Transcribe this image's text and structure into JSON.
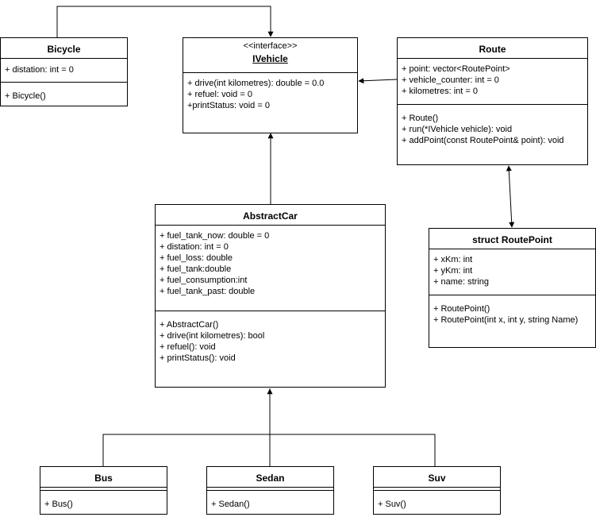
{
  "classes": {
    "bicycle": {
      "name": "Bicycle",
      "attributes": [
        "+ distation: int = 0"
      ],
      "methods": [
        "+ Bicycle()"
      ]
    },
    "ivehicle": {
      "stereotype": "<<interface>>",
      "name": "IVehicle",
      "attributes": [],
      "methods": [
        "+ drive(int kilometres): double = 0.0",
        "+ refuel: void = 0",
        "+printStatus: void = 0"
      ]
    },
    "route": {
      "name": "Route",
      "attributes": [
        "+ point: vector<RoutePoint>",
        "+ vehicle_counter: int = 0",
        "+ kilometres: int = 0"
      ],
      "methods": [
        "+ Route()",
        "+ run(*IVehicle vehicle): void",
        "+ addPoint(const RoutePoint& point): void"
      ]
    },
    "abstractcar": {
      "name": "AbstractCar",
      "attributes": [
        "+ fuel_tank_now: double = 0",
        "+ distation: int = 0",
        "+ fuel_loss: double",
        "+ fuel_tank:double",
        "+ fuel_consumption:int",
        "+ fuel_tank_past: double"
      ],
      "methods": [
        "+ AbstractCar()",
        "+ drive(int kilometres): bool",
        "+ refuel(): void",
        "+ printStatus(): void"
      ]
    },
    "routepoint": {
      "name": "struct RoutePoint",
      "attributes": [
        "+ xKm: int",
        "+ yKm: int",
        "+ name: string"
      ],
      "methods": [
        "+ RoutePoint()",
        "+ RoutePoint(int x, int y, string Name)"
      ]
    },
    "bus": {
      "name": "Bus",
      "attributes": [],
      "methods": [
        "+ Bus()"
      ]
    },
    "sedan": {
      "name": "Sedan",
      "attributes": [],
      "methods": [
        "+ Sedan()"
      ]
    },
    "suv": {
      "name": "Suv",
      "attributes": [],
      "methods": [
        "+ Suv()"
      ]
    }
  }
}
